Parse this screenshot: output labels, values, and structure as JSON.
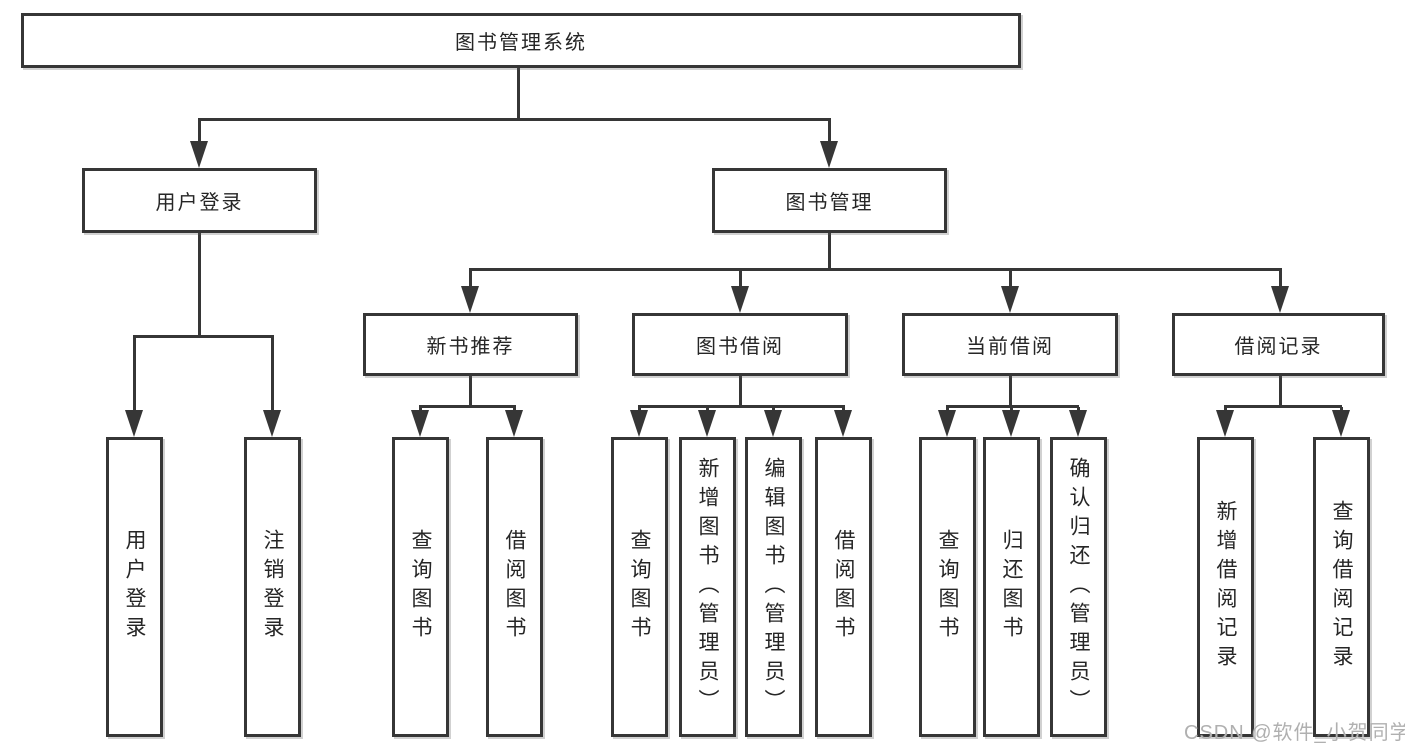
{
  "tree": {
    "root": {
      "label": "图书管理系统"
    },
    "branches": [
      {
        "label": "用户登录",
        "children": [
          {
            "label": "用户登录"
          },
          {
            "label": "注销登录"
          }
        ]
      },
      {
        "label": "图书管理",
        "children": [
          {
            "label": "新书推荐",
            "children": [
              {
                "label": "查询图书"
              },
              {
                "label": "借阅图书"
              }
            ]
          },
          {
            "label": "图书借阅",
            "children": [
              {
                "label": "查询图书"
              },
              {
                "label": "新增图书（管理员）"
              },
              {
                "label": "编辑图书（管理员）"
              },
              {
                "label": "借阅图书"
              }
            ]
          },
          {
            "label": "当前借阅",
            "children": [
              {
                "label": "查询图书"
              },
              {
                "label": "归还图书"
              },
              {
                "label": "确认归还（管理员）"
              }
            ]
          },
          {
            "label": "借阅记录",
            "children": [
              {
                "label": "新增借阅记录"
              },
              {
                "label": "查询借阅记录"
              }
            ]
          }
        ]
      }
    ]
  },
  "watermark": {
    "text": "CSDN @软件_小贺同学"
  },
  "colors": {
    "line": "#363636",
    "text": "#262626",
    "watermark": "#b0b0b0",
    "background": "#ffffff"
  }
}
